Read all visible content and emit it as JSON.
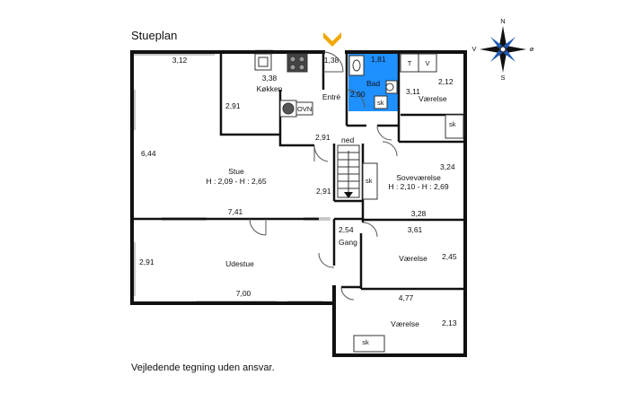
{
  "plan": {
    "title": "Stueplan",
    "disclaimer": "Vejledende tegning uden ansvar.",
    "compass": {
      "n": "N",
      "s": "S",
      "v": "V",
      "o": "ø"
    },
    "rooms": {
      "stue": {
        "name": "Stue",
        "height": "H : 2,09 - H : 2,65",
        "dim_top": "3,12",
        "dim_left": "6,44",
        "dim_right": "2,91",
        "dim_bottom": "7,41"
      },
      "kokken": {
        "name": "Køkken",
        "dim_top": "3,38",
        "dim_left": "2,91",
        "oven": "OVN"
      },
      "entre": {
        "name": "Entré",
        "dim_top": "1,38",
        "dim_bottom": "2,91"
      },
      "bad": {
        "name": "Bad",
        "dim_top": "1,81",
        "dim_left": "2,00",
        "sk": "sk"
      },
      "vaerelse_ne": {
        "name": "Værelse",
        "dim_top": "2,12",
        "dim_left": "3,11",
        "t": "T",
        "v": "V",
        "sk": "sk"
      },
      "stairs": {
        "label": "ned"
      },
      "sovevaerelse": {
        "name": "Soveværelse",
        "height": "H : 2,10 - H : 2,69",
        "dim_right": "3,24",
        "dim_bottom": "3,28",
        "sk": "sk"
      },
      "udestue": {
        "name": "Udestue",
        "dim_left": "2,91",
        "dim_bottom": "7,00"
      },
      "gang": {
        "name": "Gang",
        "dim_top": "2,54"
      },
      "vaerelse_mid": {
        "name": "Værelse",
        "dim_top": "3,61",
        "dim_right": "2,45"
      },
      "vaerelse_s": {
        "name": "Værelse",
        "dim_top": "4,77",
        "dim_right": "2,13",
        "sk": "sk"
      }
    }
  }
}
